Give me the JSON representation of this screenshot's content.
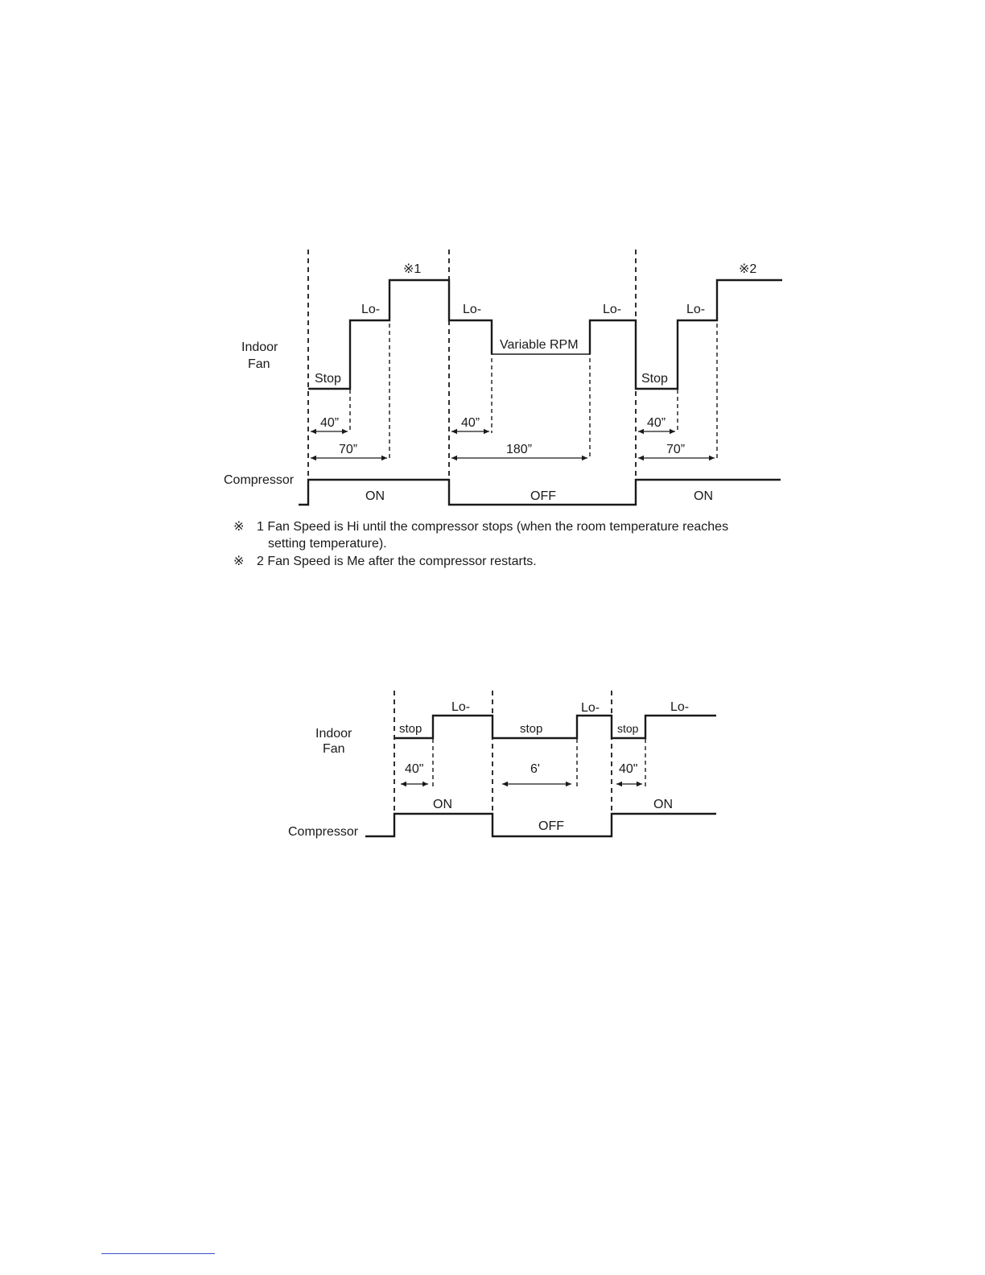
{
  "diagram1": {
    "indoor_fan_label": [
      "Indoor",
      "Fan"
    ],
    "compressor_label": "Compressor",
    "mark1": "※1",
    "mark2": "※2",
    "stop1": "Stop",
    "lo1": "Lo-",
    "lo2": "Lo-",
    "variable_rpm": "Variable RPM",
    "lo3": "Lo-",
    "stop2": "Stop",
    "lo4": "Lo-",
    "t40_1": "40”",
    "t70_1": "70”",
    "t40_2": "40”",
    "t180": "180”",
    "t40_3": "40”",
    "t70_2": "70”",
    "on1": "ON",
    "off": "OFF",
    "on2": "ON",
    "note1_symbol": "※",
    "note1_line1": "1 Fan Speed is Hi until the compressor stops (when the room temperature reaches",
    "note1_line2": "setting temperature).",
    "note2_symbol": "※",
    "note2_line1": "2 Fan Speed is Me after the compressor restarts."
  },
  "diagram2": {
    "indoor_fan_label": [
      "Indoor",
      "Fan"
    ],
    "compressor_label": "Compressor",
    "stop1": "stop",
    "lo1": "Lo-",
    "stop2": "stop",
    "lo2": "Lo-",
    "stop3": "stop",
    "lo3": "Lo-",
    "t40_1": "40\"",
    "t6": "6'",
    "t40_2": "40\"",
    "on1": "ON",
    "off": "OFF",
    "on2": "ON"
  }
}
